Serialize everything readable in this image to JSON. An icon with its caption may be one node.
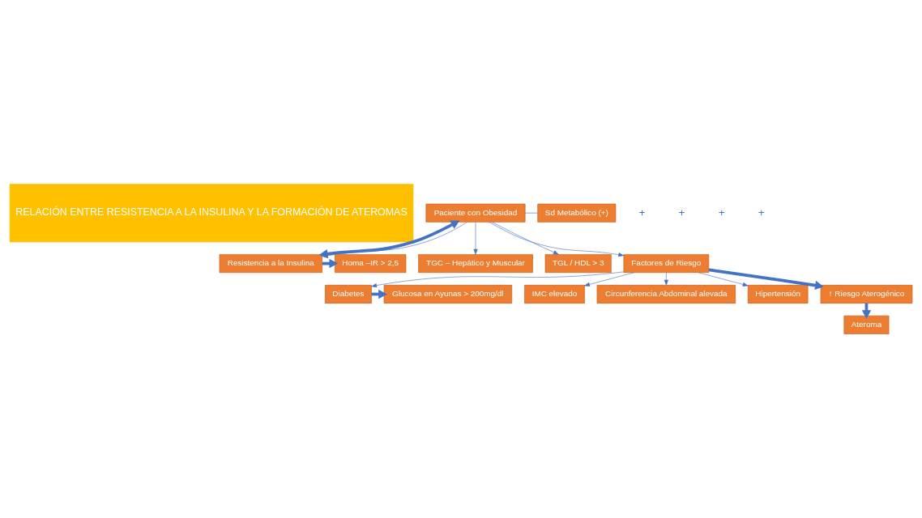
{
  "diagram": {
    "nodes": [
      {
        "text": [
          "RELACIÓN ENTRE RESISTENCIA A LA INSULINA Y LA FORMACIÓN DE ATEROMAS"
        ]
      },
      {
        "text": [
          "Paciente con Obesidad"
        ]
      },
      {
        "text": [
          "Sd Metabólico (+)"
        ]
      },
      {
        "text": [
          "Resistencia a la Insulina"
        ]
      },
      {
        "text": [
          "Homa –IR > 2,5"
        ]
      },
      {
        "text": [
          "TGC – Hepático y Muscular"
        ]
      },
      {
        "text": [
          "TGL / HDL > 3"
        ]
      },
      {
        "text": [
          "Factores de Riesgo"
        ]
      },
      {
        "text": [
          "Diabetes"
        ]
      },
      {
        "text": [
          "Glucosa en Ayunas > 200mg/dl"
        ]
      },
      {
        "text": [
          "IMC elevado"
        ]
      },
      {
        "text": [
          "Circunferencia Abdominal alevada"
        ]
      },
      {
        "text": [
          "Hipertensión"
        ]
      },
      {
        "text": [
          "↑ Riesgo Aterogénico"
        ]
      },
      {
        "text": [
          "Ateroma"
        ]
      }
    ],
    "edges": [
      {
        "from": 1,
        "to": 2,
        "arrow": "none"
      },
      {
        "from": 1,
        "to": 3,
        "arrow": "both",
        "style": "thick"
      },
      {
        "from": 1,
        "to": 3,
        "arrow": "to"
      },
      {
        "from": 1,
        "to": 5,
        "arrow": "to"
      },
      {
        "from": 1,
        "to": 6,
        "arrow": "to"
      },
      {
        "from": 1,
        "to": 7,
        "arrow": "to"
      },
      {
        "from": 3,
        "to": 4,
        "arrow": "to",
        "style": "thick"
      },
      {
        "from": 7,
        "to": 8,
        "arrow": "to"
      },
      {
        "from": 7,
        "to": 10,
        "arrow": "to"
      },
      {
        "from": 7,
        "to": 11,
        "arrow": "to"
      },
      {
        "from": 7,
        "to": 12,
        "arrow": "to"
      },
      {
        "from": 8,
        "to": 9,
        "arrow": "to",
        "style": "thick"
      },
      {
        "from": 7,
        "to": 13,
        "arrow": "to",
        "style": "thick"
      },
      {
        "from": 13,
        "to": 14,
        "arrow": "to",
        "style": "thick"
      }
    ],
    "labels": [
      "+",
      "+",
      "+",
      "+"
    ]
  }
}
